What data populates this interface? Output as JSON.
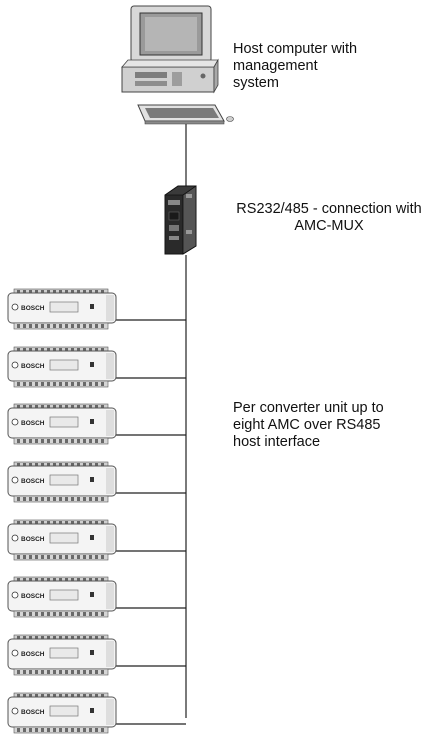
{
  "labels": {
    "host_computer": "Host computer with\nmanagement\nsystem",
    "converter": "RS232/485 - connection with\nAMC-MUX",
    "amc_units": "Per converter unit up to\neight AMC over RS485\nhost interface"
  },
  "amc_units": [
    {
      "brand": "BOSCH"
    },
    {
      "brand": "BOSCH"
    },
    {
      "brand": "BOSCH"
    },
    {
      "brand": "BOSCH"
    },
    {
      "brand": "BOSCH"
    },
    {
      "brand": "BOSCH"
    },
    {
      "brand": "BOSCH"
    },
    {
      "brand": "BOSCH"
    }
  ],
  "colors": {
    "line": "#222222",
    "device_body": "#f4f4f4",
    "device_outline": "#555555",
    "computer_body": "#d8d8d8",
    "screen": "#9a9a9a",
    "converter_body": "#3a3a3a"
  }
}
